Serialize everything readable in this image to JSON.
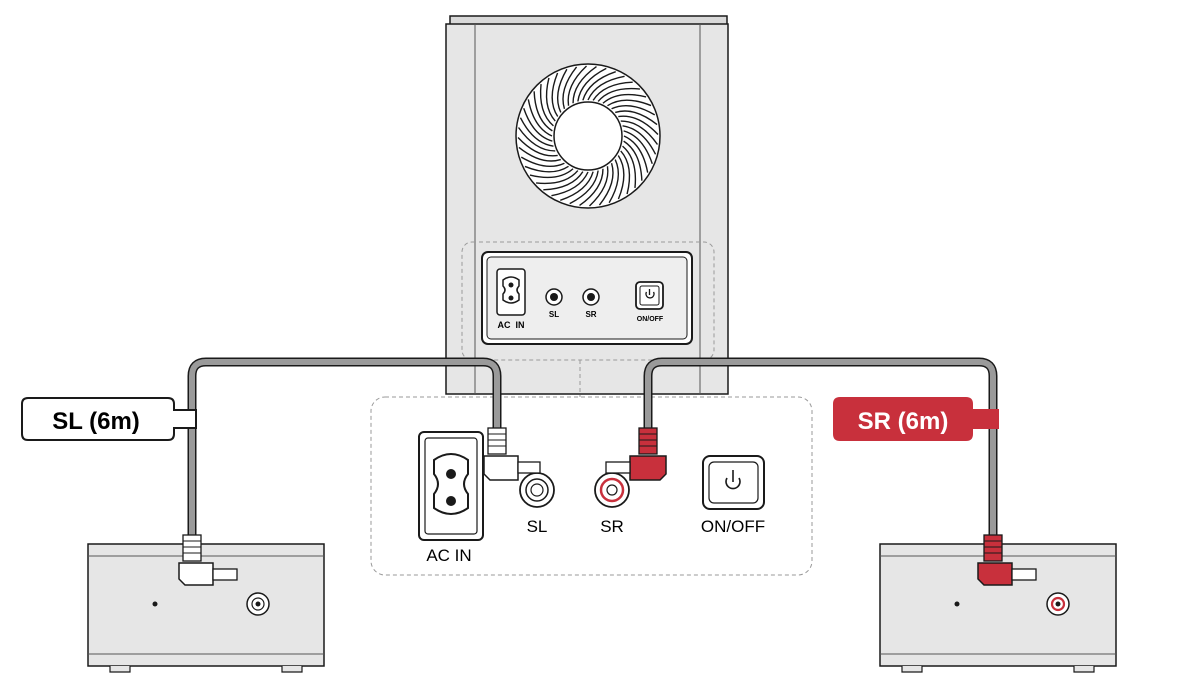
{
  "labels": {
    "sl_cable": "SL (6m)",
    "sr_cable": "SR (6m)",
    "panel_small": {
      "ac_in": "AC  IN",
      "sl": "SL",
      "sr": "SR",
      "on_off": "ON/OFF"
    },
    "panel_large": {
      "ac_in": "AC IN",
      "sl": "SL",
      "sr": "SR",
      "on_off": "ON/OFF"
    }
  },
  "colors": {
    "sr_accent": "#c8303c",
    "cable_gray": "#9a9a9a",
    "body_gray": "#e6e6e6",
    "outline": "#1a1a1a"
  },
  "icons": [
    "fan-grille-icon",
    "ac-socket-icon",
    "power-icon",
    "rca-jack-icon",
    "rca-plug-icon"
  ]
}
